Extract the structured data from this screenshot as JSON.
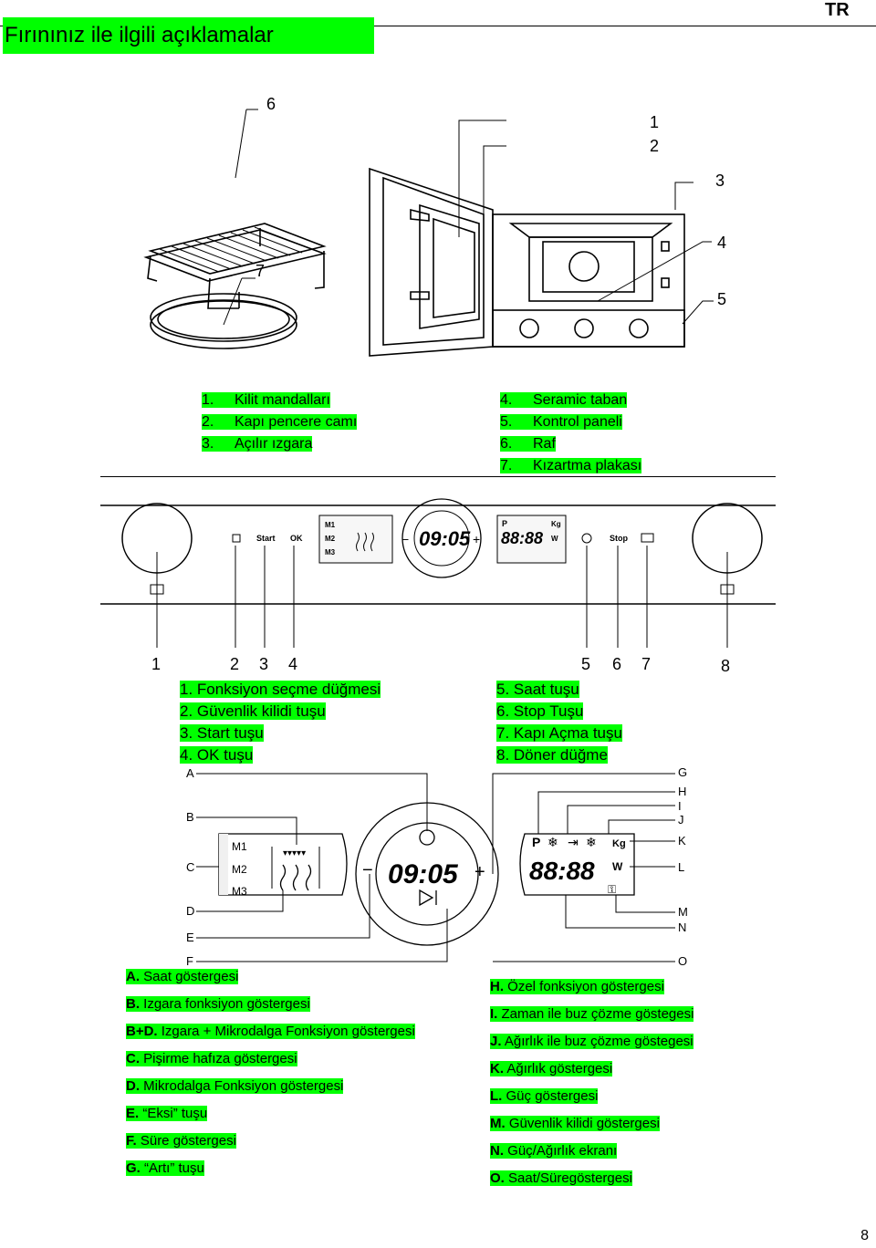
{
  "header": {
    "title": "Fırınınız ile ilgili açıklamalar",
    "lang_tag": "TR"
  },
  "oven_figure": {
    "callouts": [
      "6",
      "7",
      "1",
      "2",
      "3",
      "4",
      "5"
    ]
  },
  "legend_parts": {
    "left": [
      {
        "num": "1.",
        "text": "Kilit mandalları"
      },
      {
        "num": "2.",
        "text": "Kapı pencere camı"
      },
      {
        "num": "3.",
        "text": "Açılır ızgara"
      }
    ],
    "right": [
      {
        "num": "4.",
        "text": "Seramic taban"
      },
      {
        "num": "5.",
        "text": "Kontrol paneli"
      },
      {
        "num": "6.",
        "text": "Raf"
      },
      {
        "num": "7.",
        "text": "Kızartma plakası"
      }
    ]
  },
  "panel": {
    "buttons": {
      "start": "Start",
      "ok": "OK",
      "stop": "Stop"
    },
    "programs": [
      "M1",
      "M2",
      "M3"
    ],
    "time": "09:05",
    "power": "88:88",
    "power_unit": "W",
    "weight_unit": "Kg",
    "p_label": "P",
    "minus": "−",
    "plus": "+",
    "callouts": [
      "1",
      "2",
      "3",
      "4",
      "5",
      "6",
      "7",
      "8"
    ]
  },
  "legend_controls": {
    "left": [
      "1. Fonksiyon seçme düğmesi",
      "2. Güvenlik kilidi tuşu",
      "3. Start tuşu",
      "4. OK tuşu"
    ],
    "right": [
      "5. Saat tuşu",
      "6. Stop Tuşu",
      "7. Kapı Açma tuşu",
      "8. Döner düğme"
    ]
  },
  "display_detail": {
    "letters_left": [
      "A",
      "B",
      "C",
      "D",
      "E",
      "F"
    ],
    "letters_right": [
      "G",
      "H",
      "I",
      "J",
      "K",
      "L",
      "M",
      "N",
      "O"
    ]
  },
  "legend_display": {
    "left": [
      {
        "key": "A.",
        "text": "Saat göstergesi"
      },
      {
        "key": "B.",
        "text": "Izgara fonksiyon göstergesi"
      },
      {
        "key": "B+D.",
        "text": "Izgara + Mikrodalga Fonksiyon göstergesi"
      },
      {
        "key": "C.",
        "text": "Pişirme hafıza göstergesi"
      },
      {
        "key": "D.",
        "text": "Mikrodalga Fonksiyon göstergesi"
      },
      {
        "key": "E.",
        "text": "“Eksi” tuşu"
      },
      {
        "key": "F.",
        "text": "Süre göstergesi"
      },
      {
        "key": "G.",
        "text": "“Artı” tuşu"
      }
    ],
    "right": [
      {
        "key": "H.",
        "text": "Özel fonksiyon göstergesi"
      },
      {
        "key": "I.",
        "text": "Zaman ile buz çözme göstegesi"
      },
      {
        "key": "J.",
        "text": "Ağırlık ile buz çözme göstegesi"
      },
      {
        "key": "K.",
        "text": "Ağırlık göstergesi"
      },
      {
        "key": "L.",
        "text": "Güç göstergesi"
      },
      {
        "key": "M.",
        "text": "Güvenlik kilidi göstergesi"
      },
      {
        "key": "N.",
        "text": "Güç/Ağırlık ekranı"
      },
      {
        "key": "O.",
        "text": "Saat/Süregöstergesi"
      }
    ]
  },
  "page_number": "8",
  "colors": {
    "highlight": "#00ff00"
  }
}
